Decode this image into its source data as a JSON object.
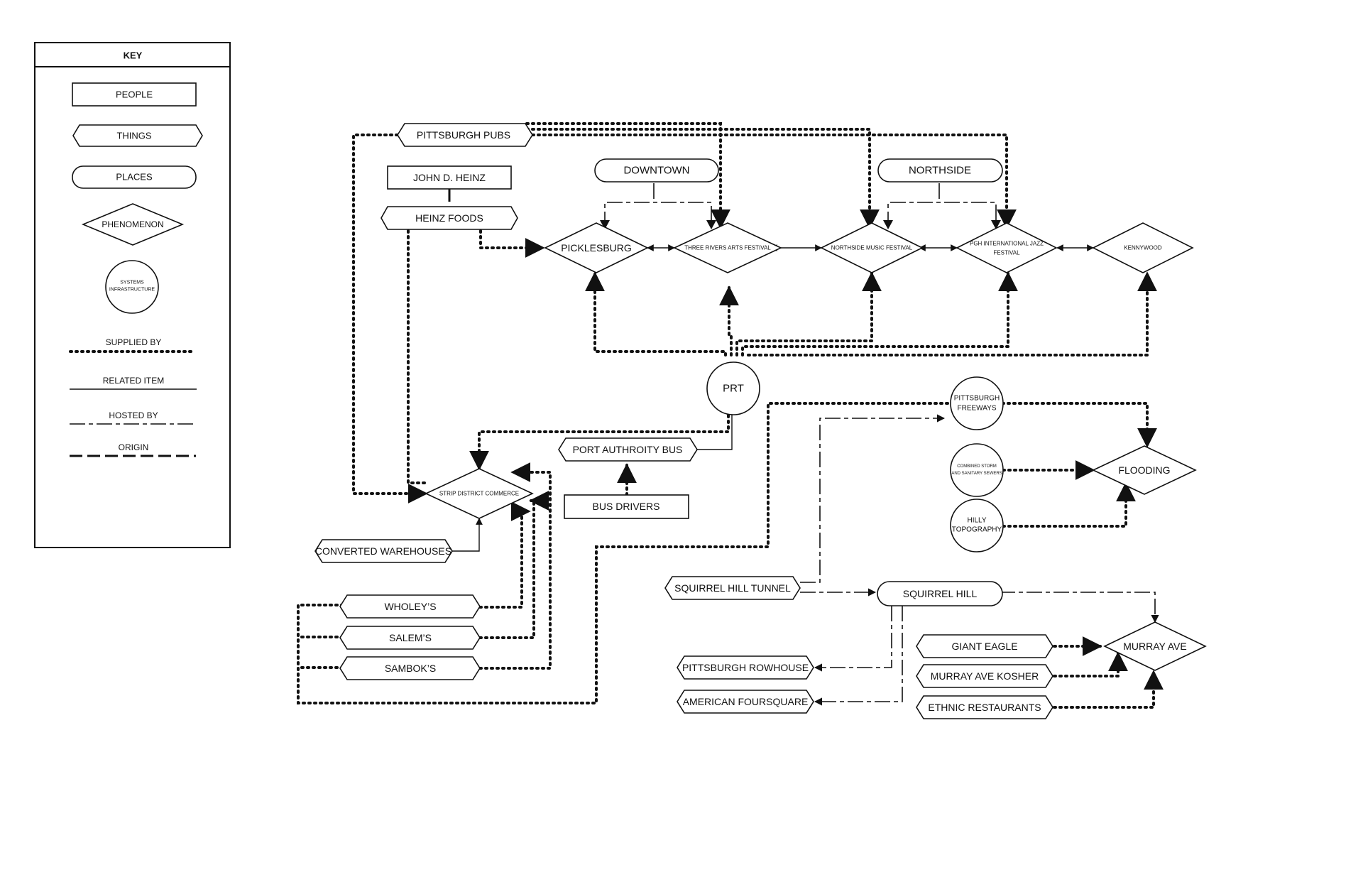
{
  "key": {
    "title": "KEY",
    "people": "PEOPLE",
    "things": "THINGS",
    "places": "PLACES",
    "phenomenon": "PHENOMENON",
    "systems_line1": "SYSTEMS",
    "systems_line2": "INFRASTRUCTURE",
    "supplied_by": "SUPPLIED BY",
    "related_item": "RELATED ITEM",
    "hosted_by": "HOSTED BY",
    "origin": "ORIGIN"
  },
  "nodes": {
    "pittsburgh_pubs": "PITTSBURGH PUBS",
    "john_heinz": "JOHN D. HEINZ",
    "heinz_foods": "HEINZ FOODS",
    "downtown": "DOWNTOWN",
    "northside": "NORTHSIDE",
    "picklesburg": "PICKLESBURG",
    "three_rivers": "THREE RIVERS ARTS FESTIVAL",
    "northside_music": "NORTHSIDE MUSIC FESTIVAL",
    "jazz_line1": "PGH INTERNATIONAL JAZZ",
    "jazz_line2": "FESTIVAL",
    "kennywood": "KENNYWOOD",
    "prt": "PRT",
    "pittsburgh_freeways_line1": "PITTSBURGH",
    "pittsburgh_freeways_line2": "FREEWAYS",
    "port_authority_bus": "PORT AUTHROITY BUS",
    "bus_drivers": "BUS DRIVERS",
    "strip_district": "STRIP DISTRICT COMMERCE",
    "converted_warehouses": "CONVERTED WAREHOUSES",
    "combined_sewers_line1": "COMBINED STORM",
    "combined_sewers_line2": "AND SANITARY SEWERS",
    "flooding": "FLOODING",
    "hilly_line1": "HILLY",
    "hilly_line2": "TOPOGRAPHY",
    "squirrel_hill_tunnel": "SQUIRREL HILL TUNNEL",
    "squirrel_hill": "SQUIRREL HILL",
    "wholeys": "WHOLEY’S",
    "salems": "SALEM’S",
    "samboks": "SAMBOK’S",
    "pittsburgh_rowhouse": "PITTSBURGH ROWHOUSE",
    "american_foursquare": "AMERICAN FOURSQUARE",
    "giant_eagle": "GIANT EAGLE",
    "murray_ave_kosher": "MURRAY AVE KOSHER",
    "ethnic_restaurants": "ETHNIC RESTAURANTS",
    "murray_ave": "MURRAY AVE"
  }
}
